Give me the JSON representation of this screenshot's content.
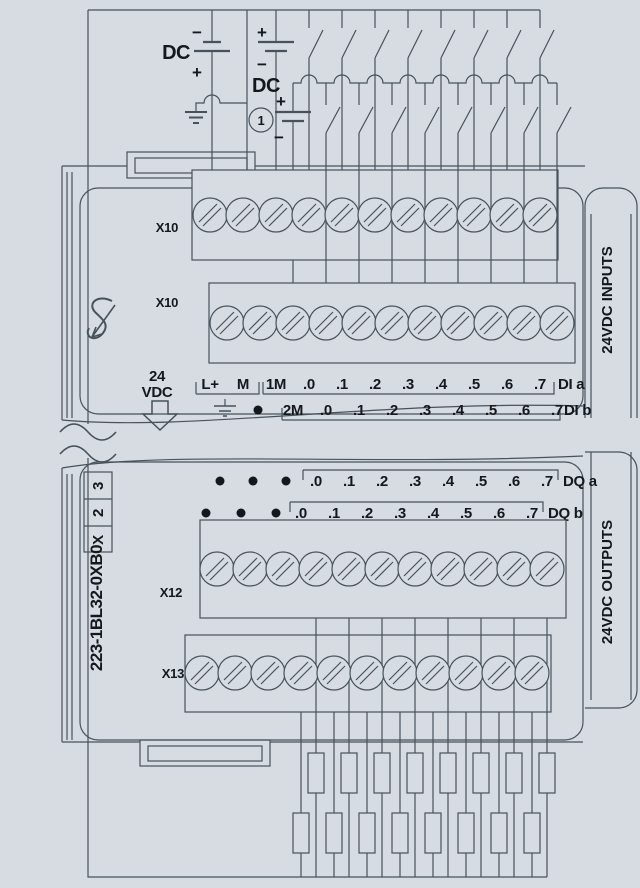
{
  "colors": {
    "background": "#d6dce2",
    "line": "#47525c",
    "text": "#14181c"
  },
  "power": {
    "supply_left": {
      "label": "DC",
      "top_sign": "−",
      "bottom_sign": "+"
    },
    "supply_right": {
      "label": "DC",
      "top_sign": "+",
      "bottom_sign": "−"
    },
    "supply_note": {
      "number": "1",
      "top_sign": "+",
      "bottom_sign": "−"
    }
  },
  "module_inputs": {
    "connector_top": "X10",
    "connector_bottom": "X10",
    "side_label": "24VDC INPUTS",
    "voltage_line1": "24",
    "voltage_line2": "VDC",
    "row_a": {
      "t1": "L+",
      "t2": "M",
      "t3": "1M",
      "ch": [
        ".0",
        ".1",
        ".2",
        ".3",
        ".4",
        ".5",
        ".6",
        ".7"
      ],
      "group": "DI a"
    },
    "row_b": {
      "t3": "2M",
      "ch": [
        ".0",
        ".1",
        ".2",
        ".3",
        ".4",
        ".5",
        ".6",
        ".7"
      ],
      "group": "DI b"
    }
  },
  "module_outputs": {
    "order_code": "223-1BL32-0XB0",
    "slot_box": [
      "X",
      "2",
      "3"
    ],
    "connector_top": "X12",
    "connector_bottom": "X13",
    "side_label": "24VDC OUTPUTS",
    "row_a": {
      "ch": [
        ".0",
        ".1",
        ".2",
        ".3",
        ".4",
        ".5",
        ".6",
        ".7"
      ],
      "group": "DQ a"
    },
    "row_b": {
      "ch": [
        ".0",
        ".1",
        ".2",
        ".3",
        ".4",
        ".5",
        ".6",
        ".7"
      ],
      "group": "DQ b"
    }
  }
}
